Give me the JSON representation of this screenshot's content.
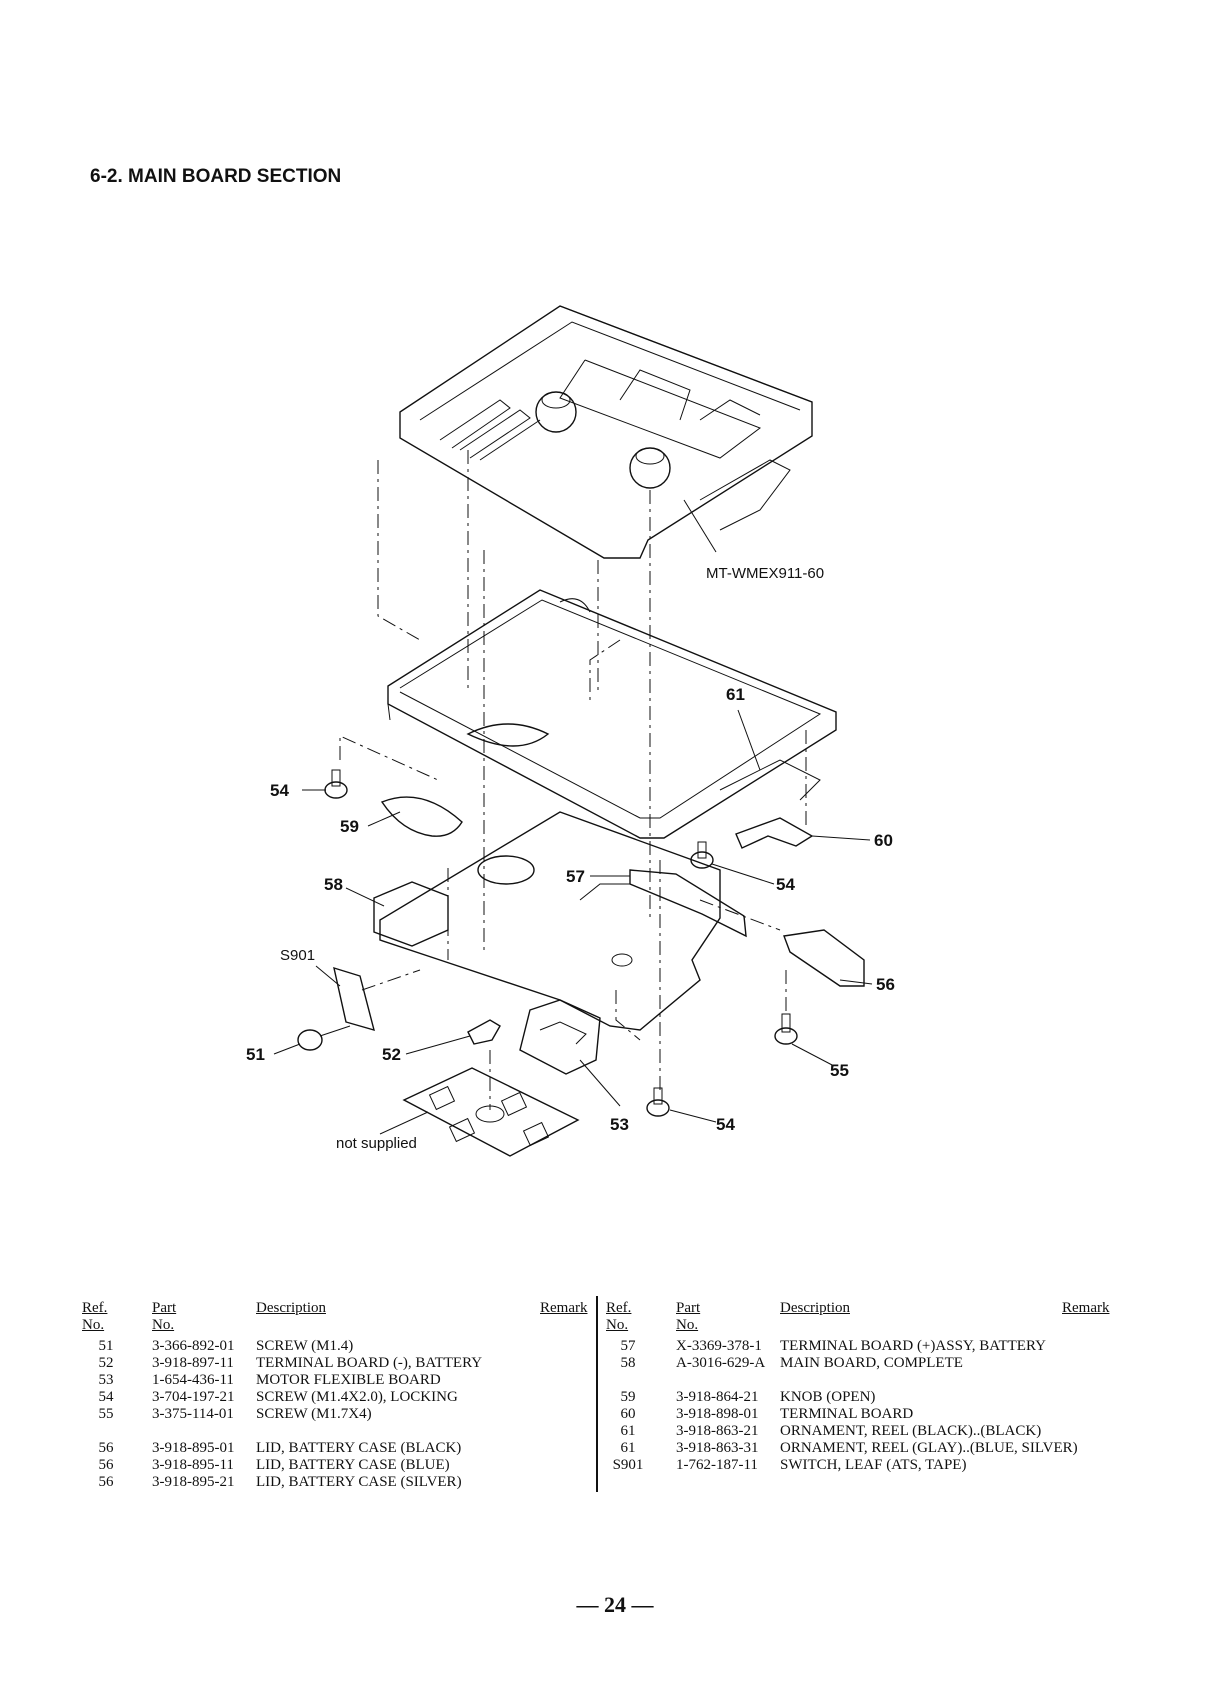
{
  "section_title": "6-2.  MAIN BOARD SECTION",
  "diagram": {
    "model_label": "MT-WMEX911-60",
    "callouts": {
      "c51": "51",
      "c52": "52",
      "c53": "53",
      "c54a": "54",
      "c54b": "54",
      "c54c": "54",
      "c55": "55",
      "c56": "56",
      "c57": "57",
      "c58": "58",
      "c59": "59",
      "c60": "60",
      "c61": "61",
      "s901": "S901"
    },
    "not_supplied": "not supplied"
  },
  "table": {
    "headers": {
      "ref": "Ref. No.",
      "part": "Part No.",
      "desc": "Description",
      "remark": "Remark"
    },
    "left_rows": [
      {
        "ref": "51",
        "part": "3-366-892-01",
        "desc": "SCREW (M1.4)"
      },
      {
        "ref": "52",
        "part": "3-918-897-11",
        "desc": "TERMINAL BOARD (-), BATTERY"
      },
      {
        "ref": "53",
        "part": "1-654-436-11",
        "desc": "MOTOR FLEXIBLE BOARD"
      },
      {
        "ref": "54",
        "part": "3-704-197-21",
        "desc": "SCREW (M1.4X2.0), LOCKING"
      },
      {
        "ref": "55",
        "part": "3-375-114-01",
        "desc": "SCREW (M1.7X4)"
      },
      {
        "ref": "56",
        "part": "3-918-895-01",
        "desc": "LID, BATTERY CASE (BLACK)"
      },
      {
        "ref": "56",
        "part": "3-918-895-11",
        "desc": "LID, BATTERY CASE (BLUE)"
      },
      {
        "ref": "56",
        "part": "3-918-895-21",
        "desc": "LID, BATTERY CASE (SILVER)"
      }
    ],
    "right_rows": [
      {
        "ref": "57",
        "part": "X-3369-378-1",
        "desc": "TERMINAL BOARD (+)ASSY, BATTERY"
      },
      {
        "ref": "58",
        "part": "A-3016-629-A",
        "desc": "MAIN BOARD, COMPLETE"
      },
      {
        "ref": "59",
        "part": "3-918-864-21",
        "desc": "KNOB (OPEN)"
      },
      {
        "ref": "60",
        "part": "3-918-898-01",
        "desc": "TERMINAL BOARD"
      },
      {
        "ref": "61",
        "part": "3-918-863-21",
        "desc": "ORNAMENT, REEL (BLACK)..(BLACK)"
      },
      {
        "ref": "61",
        "part": "3-918-863-31",
        "desc": "ORNAMENT, REEL (GLAY)..(BLUE, SILVER)"
      },
      {
        "ref": "S901",
        "part": "1-762-187-11",
        "desc": "SWITCH, LEAF (ATS, TAPE)"
      }
    ]
  },
  "page_number": "— 24 —"
}
